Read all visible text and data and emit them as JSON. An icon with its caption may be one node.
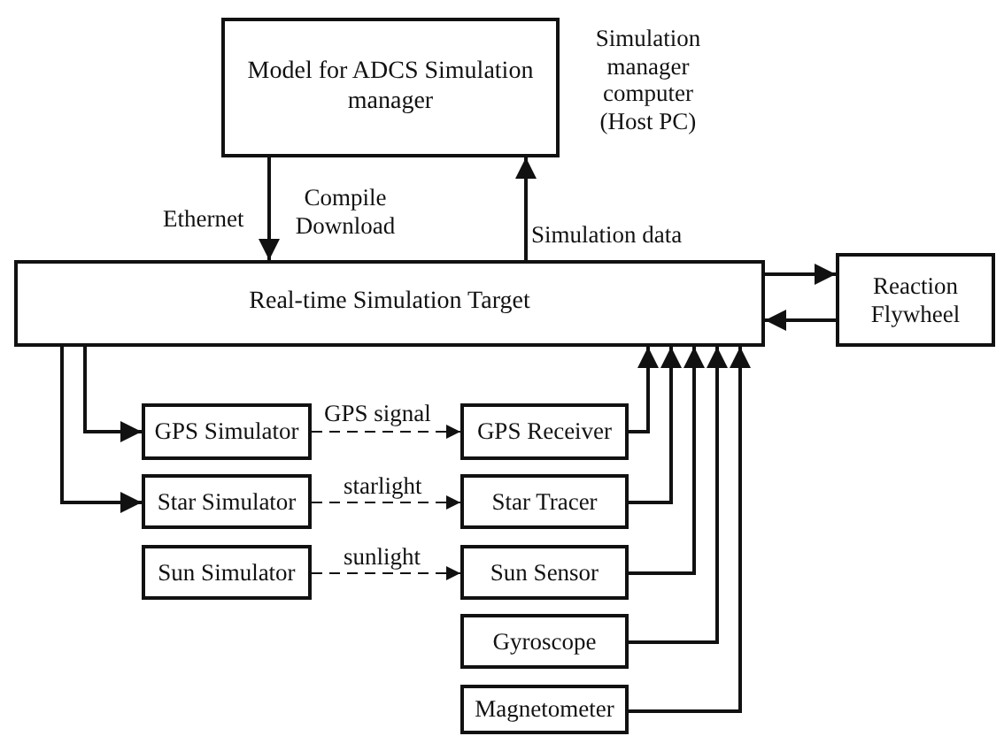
{
  "diagram": {
    "nodes": [
      {
        "text": [
          "Model for ADCS Simulation manager"
        ],
        "beside": [
          "Simulation manager computer (Host PC)"
        ]
      },
      {
        "text": [
          "Real-time Simulation Target"
        ]
      },
      {
        "text": [
          "Reaction Flywheel"
        ]
      },
      {
        "text": [
          "GPS Simulator"
        ]
      },
      {
        "text": [
          "GPS Receiver"
        ]
      },
      {
        "text": [
          "Star Simulator"
        ]
      },
      {
        "text": [
          "Star Tracer"
        ]
      },
      {
        "text": [
          "Sun Simulator"
        ]
      },
      {
        "text": [
          "Sun Sensor"
        ]
      },
      {
        "text": [
          "Gyroscope"
        ]
      },
      {
        "text": [
          "Magnetometer"
        ]
      }
    ],
    "edges": [
      {
        "from": 0,
        "to": 1,
        "arrow": "to",
        "label": "Compile Download"
      },
      {
        "from": 1,
        "to": 0,
        "arrow": "to",
        "label": "Simulation data"
      },
      {
        "from": 1,
        "to": 2,
        "arrow": "to"
      },
      {
        "from": 2,
        "to": 1,
        "arrow": "to"
      },
      {
        "from": 1,
        "to": 3,
        "arrow": "to"
      },
      {
        "from": 1,
        "to": 5,
        "arrow": "to"
      },
      {
        "from": 3,
        "to": 4,
        "arrow": "to",
        "label": "GPS signal",
        "style": "dashed"
      },
      {
        "from": 5,
        "to": 6,
        "arrow": "to",
        "label": "starlight",
        "style": "dashed"
      },
      {
        "from": 7,
        "to": 8,
        "arrow": "to",
        "label": "sunlight",
        "style": "dashed"
      },
      {
        "from": 4,
        "to": 1,
        "arrow": "to"
      },
      {
        "from": 6,
        "to": 1,
        "arrow": "to"
      },
      {
        "from": 8,
        "to": 1,
        "arrow": "to"
      },
      {
        "from": 9,
        "to": 1,
        "arrow": "to"
      },
      {
        "from": 10,
        "to": 1,
        "arrow": "to"
      }
    ],
    "labels": [
      "Ethernet"
    ]
  }
}
